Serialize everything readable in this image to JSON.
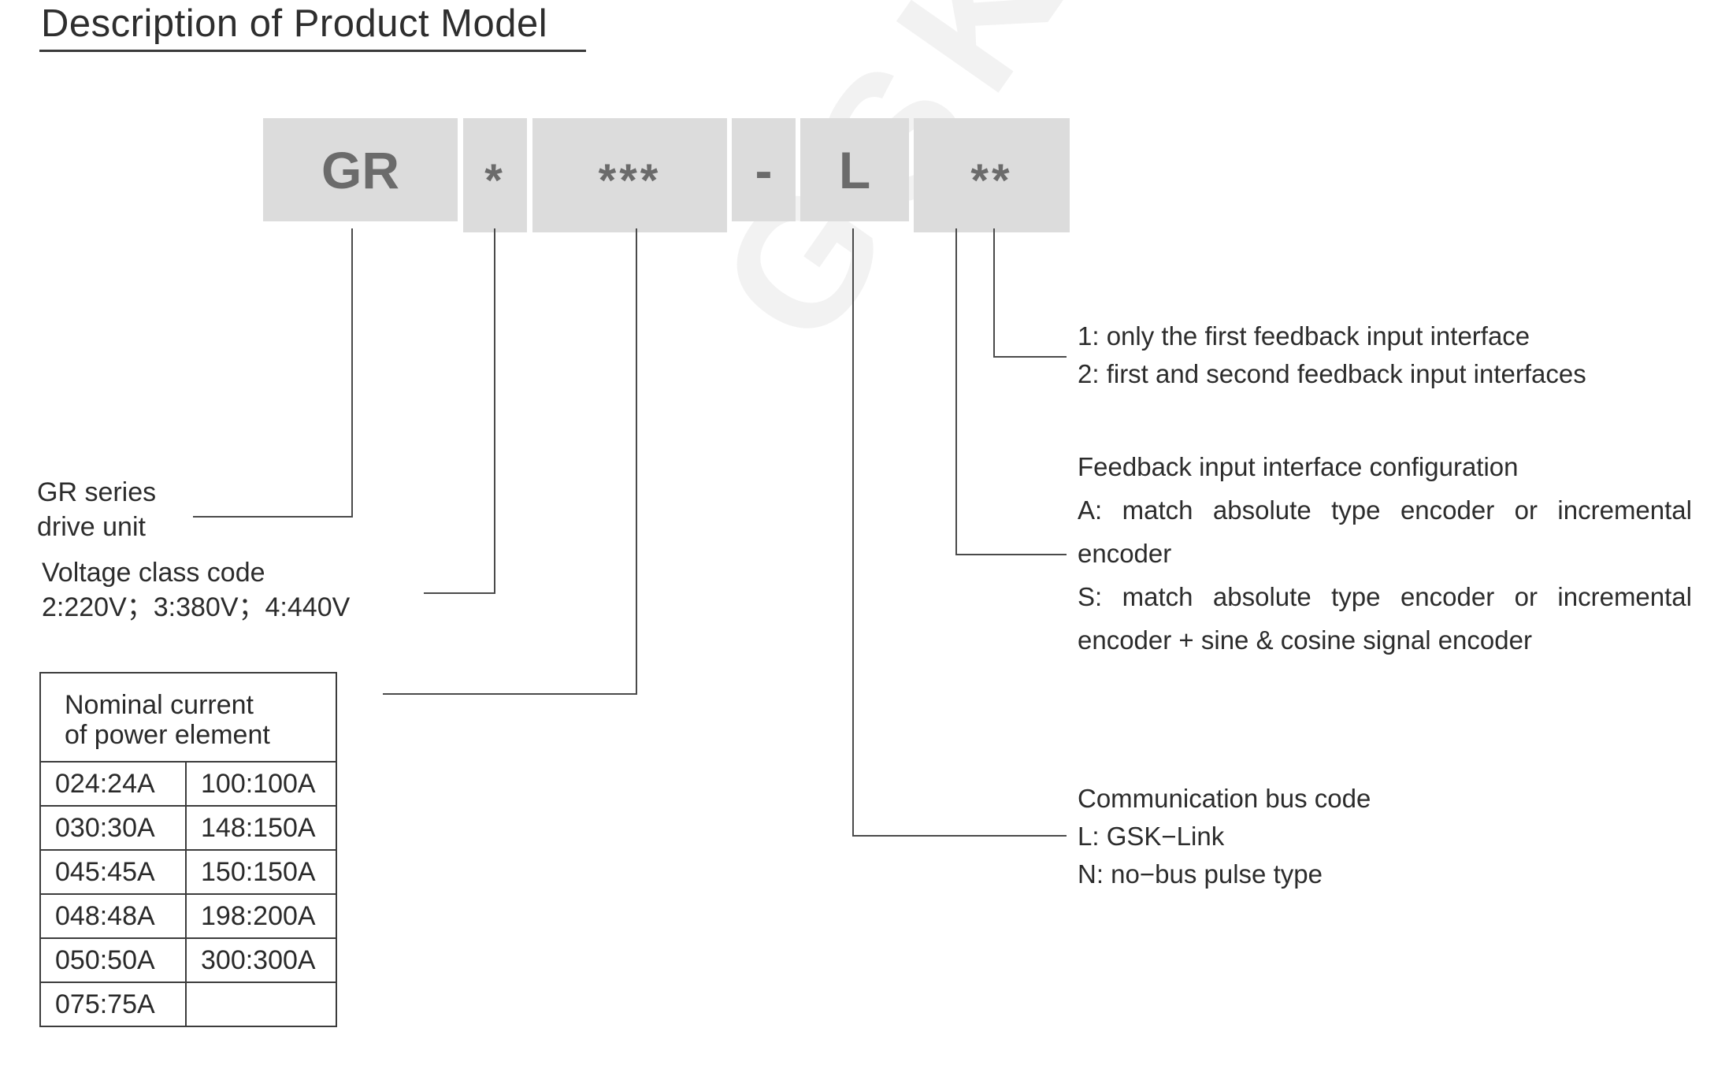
{
  "title": "Description of Product Model",
  "code": {
    "series": "GR",
    "voltage": "*",
    "current": "***",
    "dash": "-",
    "bus": "L",
    "feedback": "**"
  },
  "series_label": {
    "line1": "GR series",
    "line2": "drive unit"
  },
  "voltage_label": {
    "line1": "Voltage class code",
    "line2": "2:220V；3:380V；4:440V"
  },
  "current_table": {
    "header_line1": "Nominal current",
    "header_line2": "of power element",
    "rows": [
      [
        "024:24A",
        "100:100A"
      ],
      [
        "030:30A",
        "148:150A"
      ],
      [
        "045:45A",
        "150:150A"
      ],
      [
        "048:48A",
        "198:200A"
      ],
      [
        "050:50A",
        "300:300A"
      ],
      [
        "075:75A",
        ""
      ]
    ]
  },
  "feedback_count": {
    "line1": "1: only the first feedback input interface",
    "line2": "2: first and second feedback input interfaces"
  },
  "feedback_config": {
    "heading": "Feedback input interface configuration",
    "a": "A: match absolute type encoder or incremental encoder",
    "s": "S: match absolute type encoder or incremental encoder + sine & cosine signal encoder"
  },
  "bus_label": {
    "heading": "Communication bus code",
    "l": "L: GSK−Link",
    "n": "N: no−bus pulse type"
  }
}
